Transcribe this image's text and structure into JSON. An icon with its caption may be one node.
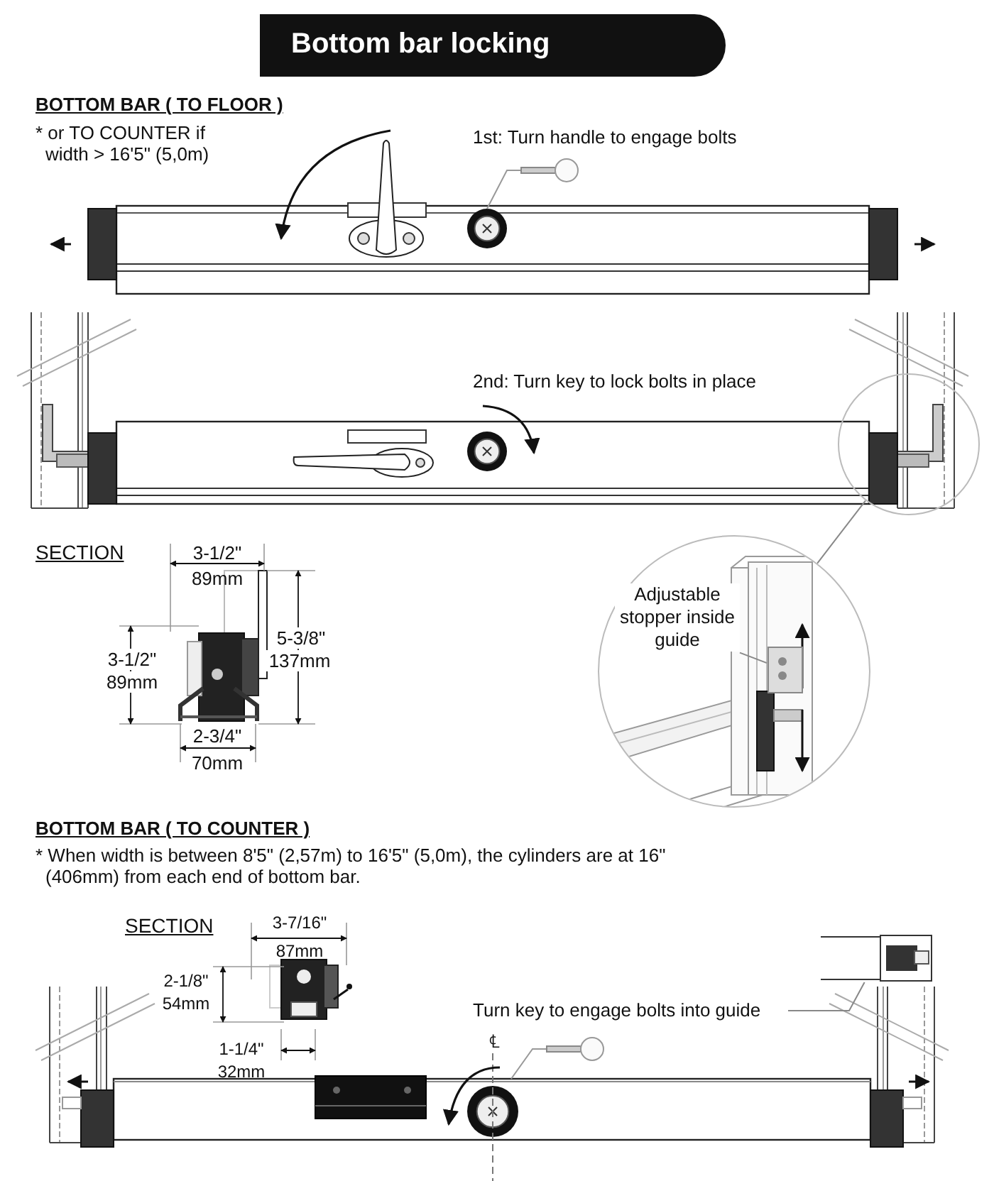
{
  "diagram": {
    "nodes": [
      {
        "text": [
          "Bottom bar locking"
        ]
      },
      {
        "text": [
          "Adjustable stopper inside guide"
        ],
        "in": 6
      },
      {
        "text": [],
        "shape": "picture",
        "in": 6
      },
      {
        "text": [
          "Turn key to engage bolts into guide"
        ]
      },
      {
        "text": [],
        "shape": "picture"
      },
      {
        "text": [],
        "shape": "circle"
      },
      {
        "text": [],
        "shape": "circle"
      }
    ],
    "edges": [
      {
        "from": 1,
        "to": 2,
        "arrow": "none"
      },
      {
        "from": 3,
        "to": 4,
        "arrow": "none"
      },
      {
        "from": 5,
        "to": 6,
        "arrow": "none"
      }
    ],
    "labels": [
      "BOTTOM BAR ( TO FLOOR )",
      "* or TO COUNTER if width > 16'5\" (5,0m)",
      "1st: Turn handle to engage bolts",
      "2nd: Turn key to lock bolts in place",
      "SECTION",
      "3-1/2\"",
      "89mm",
      "5-3/8\"",
      "137mm",
      "3-1/2\"",
      "89mm",
      "2-3/4\"",
      "70mm",
      "BOTTOM BAR ( TO COUNTER )",
      "* When width is between 8'5\" (2,57m) to 16'5\" (5,0m), the cylinders are at 16\" (406mm) from each end of bottom bar.",
      "SECTION",
      "3-7/16\"",
      "87mm",
      "2-1/8\"",
      "54mm",
      "1-1/4\"",
      "32mm",
      "℄"
    ]
  }
}
